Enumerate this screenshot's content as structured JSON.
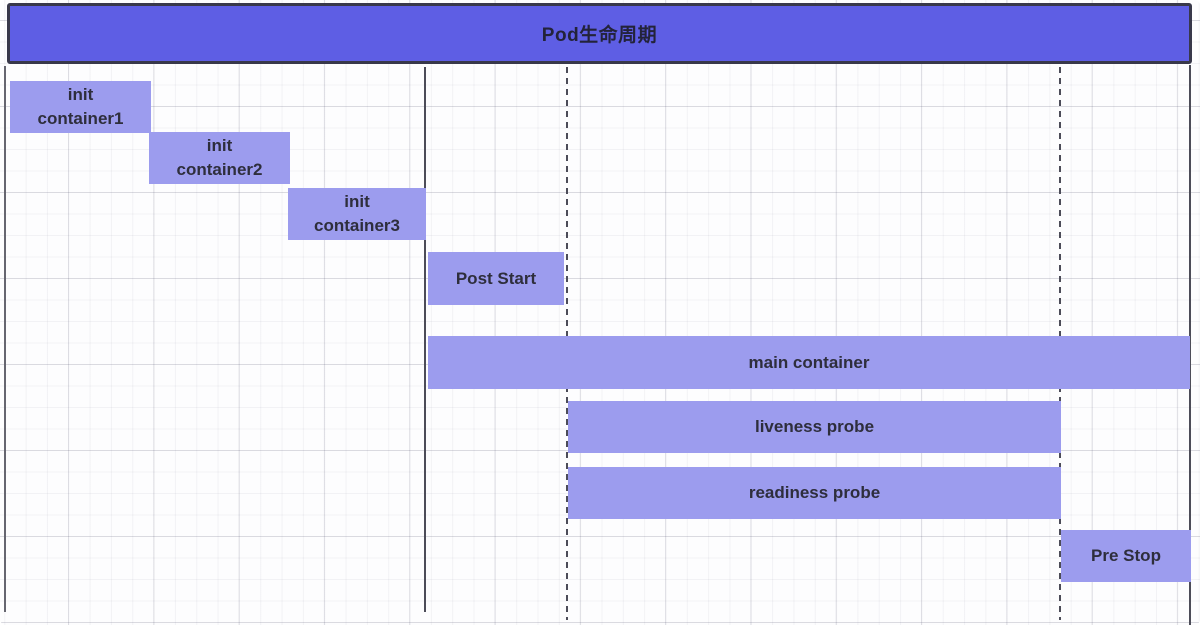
{
  "title": "Pod生命周期",
  "phases": {
    "bars": [
      {
        "name": "init-container1",
        "label": "init\ncontainer1"
      },
      {
        "name": "init-container2",
        "label": "init\ncontainer2"
      },
      {
        "name": "init-container3",
        "label": "init\ncontainer3"
      },
      {
        "name": "post-start",
        "label": "Post Start"
      },
      {
        "name": "main-container",
        "label": "main container"
      },
      {
        "name": "liveness-probe",
        "label": "liveness probe"
      },
      {
        "name": "readiness-probe",
        "label": "readiness probe"
      },
      {
        "name": "pre-stop",
        "label": "Pre Stop"
      }
    ]
  },
  "colors": {
    "title_bg": "#5e5ee4",
    "title_border": "#38384a",
    "title_text": "#23233a",
    "bar_fill": "#9c9cee",
    "label_text": "#2e2e3c",
    "divider": "#4c4c58"
  }
}
